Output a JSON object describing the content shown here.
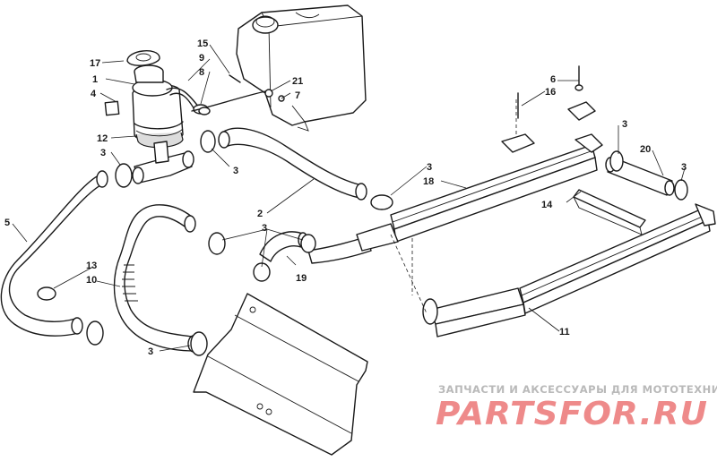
{
  "diagram": {
    "callouts": [
      "1",
      "2",
      "3",
      "4",
      "5",
      "6",
      "7",
      "8",
      "9",
      "10",
      "11",
      "12",
      "13",
      "14",
      "15",
      "16",
      "17",
      "18",
      "19",
      "20",
      "21"
    ],
    "watermark": {
      "tagline": "ЗАПЧАСТИ И АКСЕССУАРЫ ДЛЯ МОТОТЕХНИКИ",
      "logo_text": "PARTSFOR.RU",
      "logo_color": "#ee8a8a"
    }
  }
}
